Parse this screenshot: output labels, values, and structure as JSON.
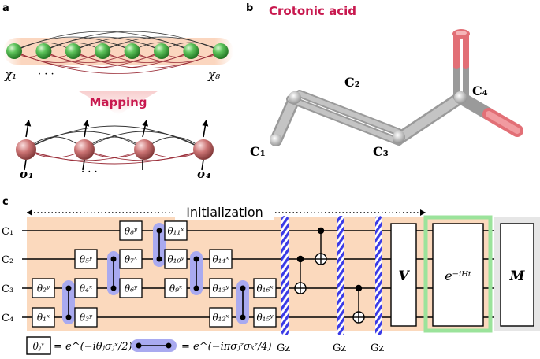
{
  "panels": {
    "a": "a",
    "b": "b",
    "c": "c"
  },
  "panel_a": {
    "chi_first": "χ₁",
    "chi_last": "χ₈",
    "dots_top": "· · ·",
    "mapping": "Mapping",
    "sigma_first": "σ₁",
    "sigma_last": "σ₄",
    "dots_bottom": "· · ·"
  },
  "panel_b": {
    "title": "Crotonic acid",
    "c1": "C₁",
    "c2": "C₂",
    "c3": "C₃",
    "c4": "C₄"
  },
  "panel_c": {
    "initialization": "Initialization",
    "qubits": [
      "C₁",
      "C₂",
      "C₃",
      "C₄"
    ],
    "gates": {
      "t8": "θ₈ʸ",
      "t11": "θ₁₁ˣ",
      "t5": "θ₅ʸ",
      "t7": "θ₇ˣ",
      "t10": "θ₁₀ʸ",
      "t14": "θ₁₄ˣ",
      "t2": "θ₂ʸ",
      "t4": "θ₄ˣ",
      "t6": "θ₆ʸ",
      "t9": "θ₉ˣ",
      "t13": "θ₁₃ʸ",
      "t16": "θ₁₆ˣ",
      "t1": "θ₁ˣ",
      "t3": "θ₃ʸ",
      "t12": "θ₁₂ˣ",
      "t15": "θ₁₅ʸ"
    },
    "gz": "Gz",
    "v_label": "V",
    "evolution": "e⁻ⁱᴴᵗ",
    "measure": "M",
    "legend_gate": "θⱼˣ",
    "legend_gate_eq": "= e^(−iθⱼσⱼˣ/2)",
    "legend_coupling_eq": "= e^(−iπσⱼᶻσₖᶻ/4)"
  },
  "colors": {
    "accent": "#c8194f",
    "init_bg": "#fbd9bd",
    "gz_stripe": "#3a3ae6",
    "coupling": "#a9aaf0",
    "green_node": "#3aa33a",
    "pink_node": "#c86a6a",
    "evolution_border": "#9be39b",
    "measure_border": "#cfcfcf"
  }
}
